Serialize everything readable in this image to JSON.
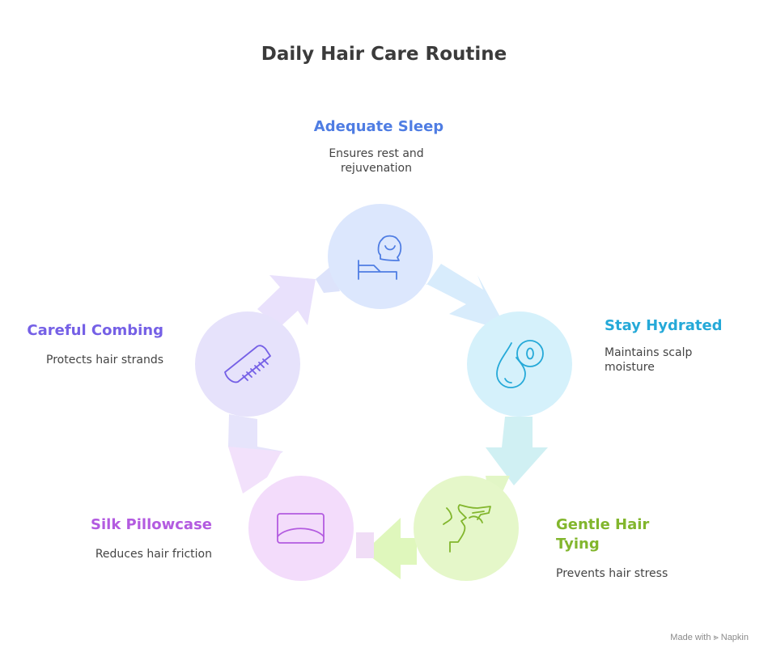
{
  "title": "Daily Hair Care Routine",
  "steps": [
    {
      "label": "Adequate Sleep",
      "description_line1": "Ensures rest and",
      "description_line2": "rejuvenation",
      "icon": "bed-sleep-icon",
      "color": "#4f7de3",
      "fill": "#dce7fd"
    },
    {
      "label": "Stay Hydrated",
      "description_line1": "Maintains scalp",
      "description_line2": "moisture",
      "icon": "water-drop-icon",
      "color": "#25a9d8",
      "fill": "#d5f1fb"
    },
    {
      "label_line1": "Gentle Hair",
      "label_line2": "Tying",
      "description": "Prevents hair stress",
      "icon": "hair-tie-icon",
      "color": "#82b62d",
      "fill": "#e5f7c9"
    },
    {
      "label": "Silk Pillowcase",
      "description": "Reduces hair friction",
      "icon": "pillow-icon",
      "color": "#b35be0",
      "fill": "#f3dcfb"
    },
    {
      "label": "Careful Combing",
      "description": "Protects hair strands",
      "icon": "comb-icon",
      "color": "#7560e6",
      "fill": "#e6e2fb"
    }
  ],
  "credit": "Made with ⪢ Napkin"
}
